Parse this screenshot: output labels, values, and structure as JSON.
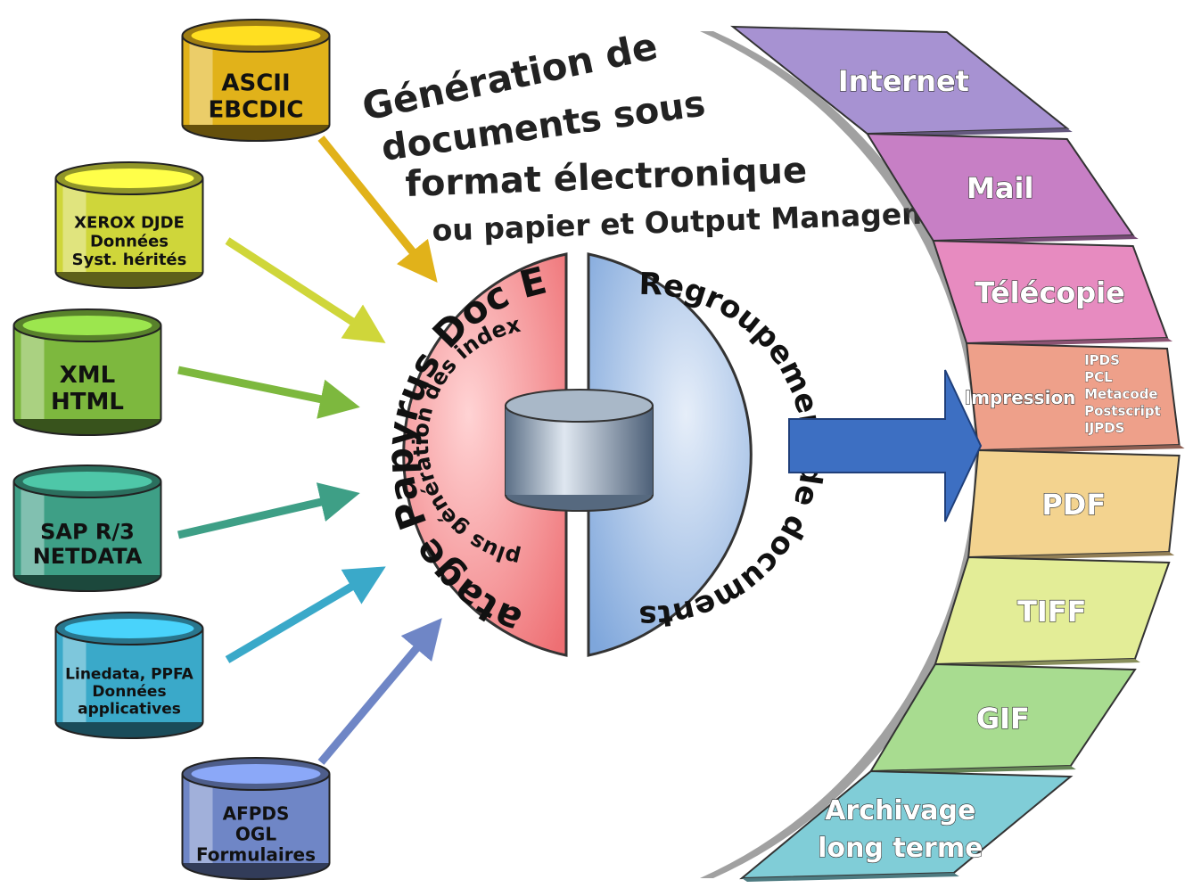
{
  "title": {
    "lines": [
      "Génération de",
      "documents sous",
      "format électronique",
      "ou papier et Output Management"
    ]
  },
  "inputs": [
    {
      "lines": [
        "ASCII",
        "EBCDIC"
      ],
      "color": "#e1b21a"
    },
    {
      "lines": [
        "XEROX DJDE",
        "Données",
        "Syst. hérités"
      ],
      "color": "#cfd63a"
    },
    {
      "lines": [
        "XML",
        "HTML"
      ],
      "color": "#7db83e"
    },
    {
      "lines": [
        "SAP R/3",
        "NETDATA"
      ],
      "color": "#3e9f86"
    },
    {
      "lines": [
        "Linedata, PPFA",
        "Données",
        "applicatives"
      ],
      "color": "#3aa9c9"
    },
    {
      "lines": [
        "AFPDS",
        "OGL",
        "Formulaires"
      ],
      "color": "#6f86c6"
    }
  ],
  "hub": {
    "left_main": "Formatage Papyrus Doc EXEC",
    "left_sub": "plus génération des index",
    "right_main": "Regroupement de documents",
    "left_color": "#ee6f73",
    "right_color": "#8fb4e3"
  },
  "outputs": [
    {
      "label": "Internet",
      "color": "#a792d2"
    },
    {
      "label": "Mail",
      "color": "#c77fc5"
    },
    {
      "label": "Télécopie",
      "color": "#e78bc0"
    },
    {
      "label": "Impression",
      "color": "#eea08a",
      "sub": [
        "IPDS",
        "PCL",
        "Metacode",
        "Postscript",
        "IJPDS"
      ]
    },
    {
      "label": "PDF",
      "color": "#f3d38f"
    },
    {
      "label": "TIFF",
      "color": "#e3ed97"
    },
    {
      "label": "GIF",
      "color": "#a8dc90"
    },
    {
      "label": "Archivage\nlong terme",
      "lines": [
        "Archivage",
        "long terme"
      ],
      "color": "#80cdd7"
    }
  ]
}
